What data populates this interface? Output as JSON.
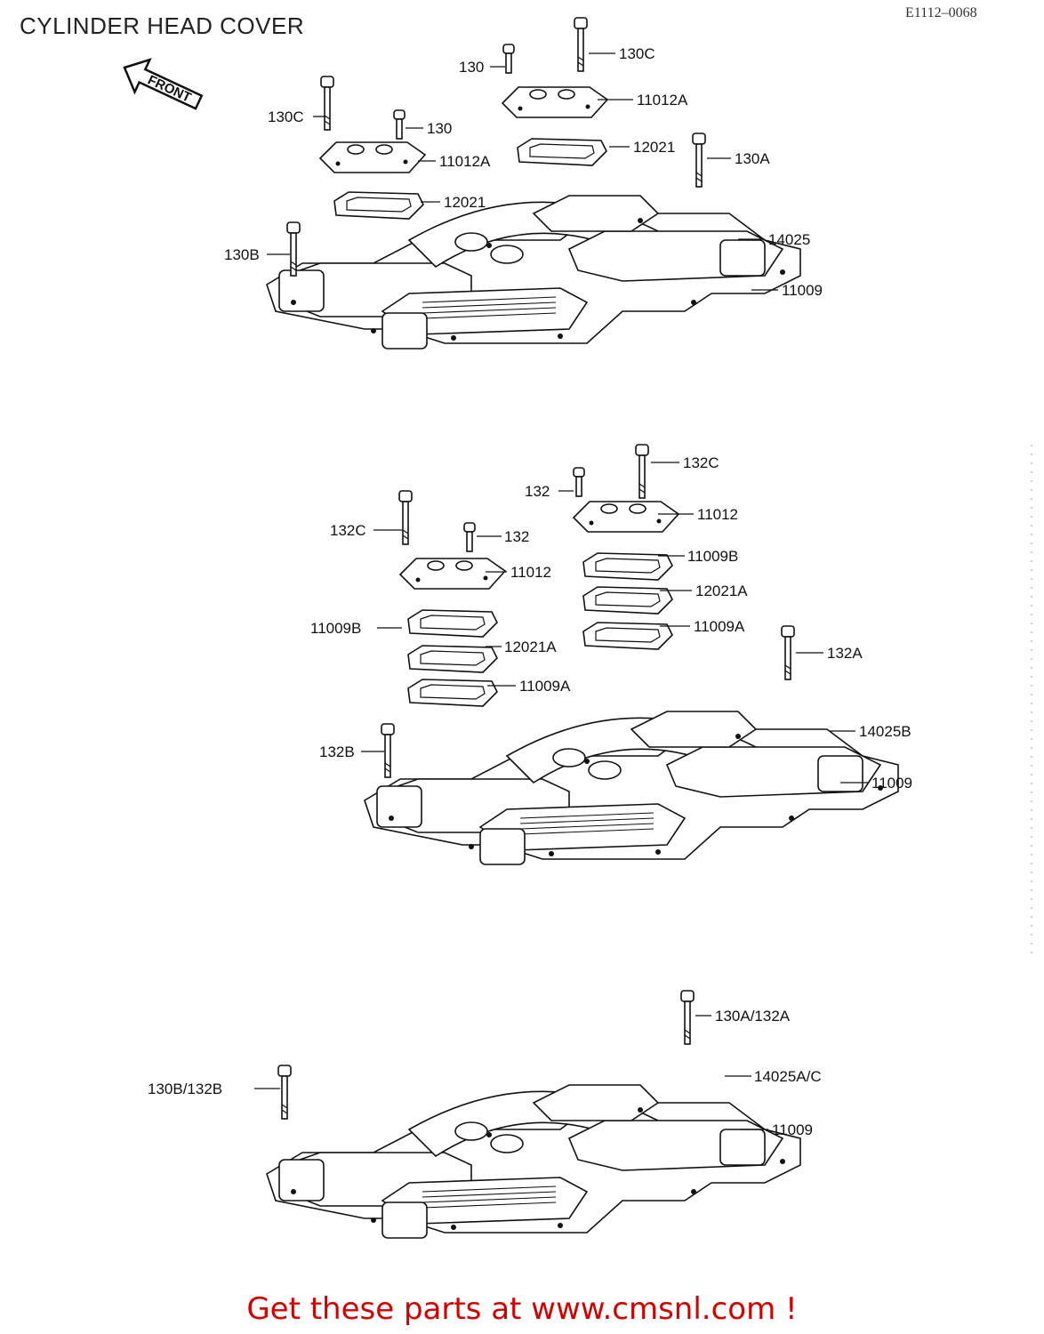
{
  "page_title": "CYLINDER HEAD COVER",
  "diagram_code": "E1112–0068",
  "front_indicator": "FRONT",
  "promo_banner": "Get these parts at www.cmsnl.com !",
  "colors": {
    "line": "#111111",
    "background": "#ffffff",
    "banner": "#d40000"
  },
  "callouts": {
    "top": [
      "130",
      "130C",
      "11012A",
      "12021",
      "130A",
      "130C",
      "130",
      "11012A",
      "12021",
      "14025",
      "130B",
      "11009"
    ],
    "middle": [
      "132",
      "132C",
      "11012",
      "11009B",
      "12021A",
      "11009A",
      "132C",
      "132",
      "11012",
      "11009B",
      "12021A",
      "11009A",
      "132A",
      "14025B",
      "132B",
      "11009"
    ],
    "bottom": [
      "130A/132A",
      "14025A/C",
      "130B/132B",
      "11009"
    ]
  }
}
